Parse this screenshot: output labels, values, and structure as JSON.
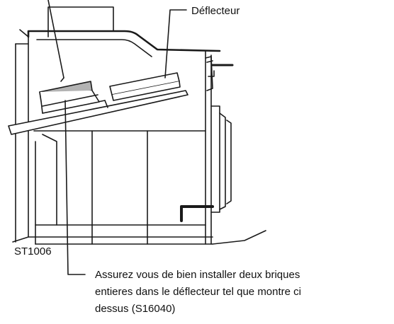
{
  "colors": {
    "line": "#1a1a1a",
    "brick_fill": "#b3b3b3",
    "background": "#ffffff"
  },
  "labels": {
    "deflector": "Déflecteur",
    "figure_code": "ST1006",
    "note_line1": "Assurez vous de bien installer deux briques",
    "note_line2": "entieres dans le déflecteur tel que montre ci",
    "note_line3": "dessus (S16040)"
  }
}
